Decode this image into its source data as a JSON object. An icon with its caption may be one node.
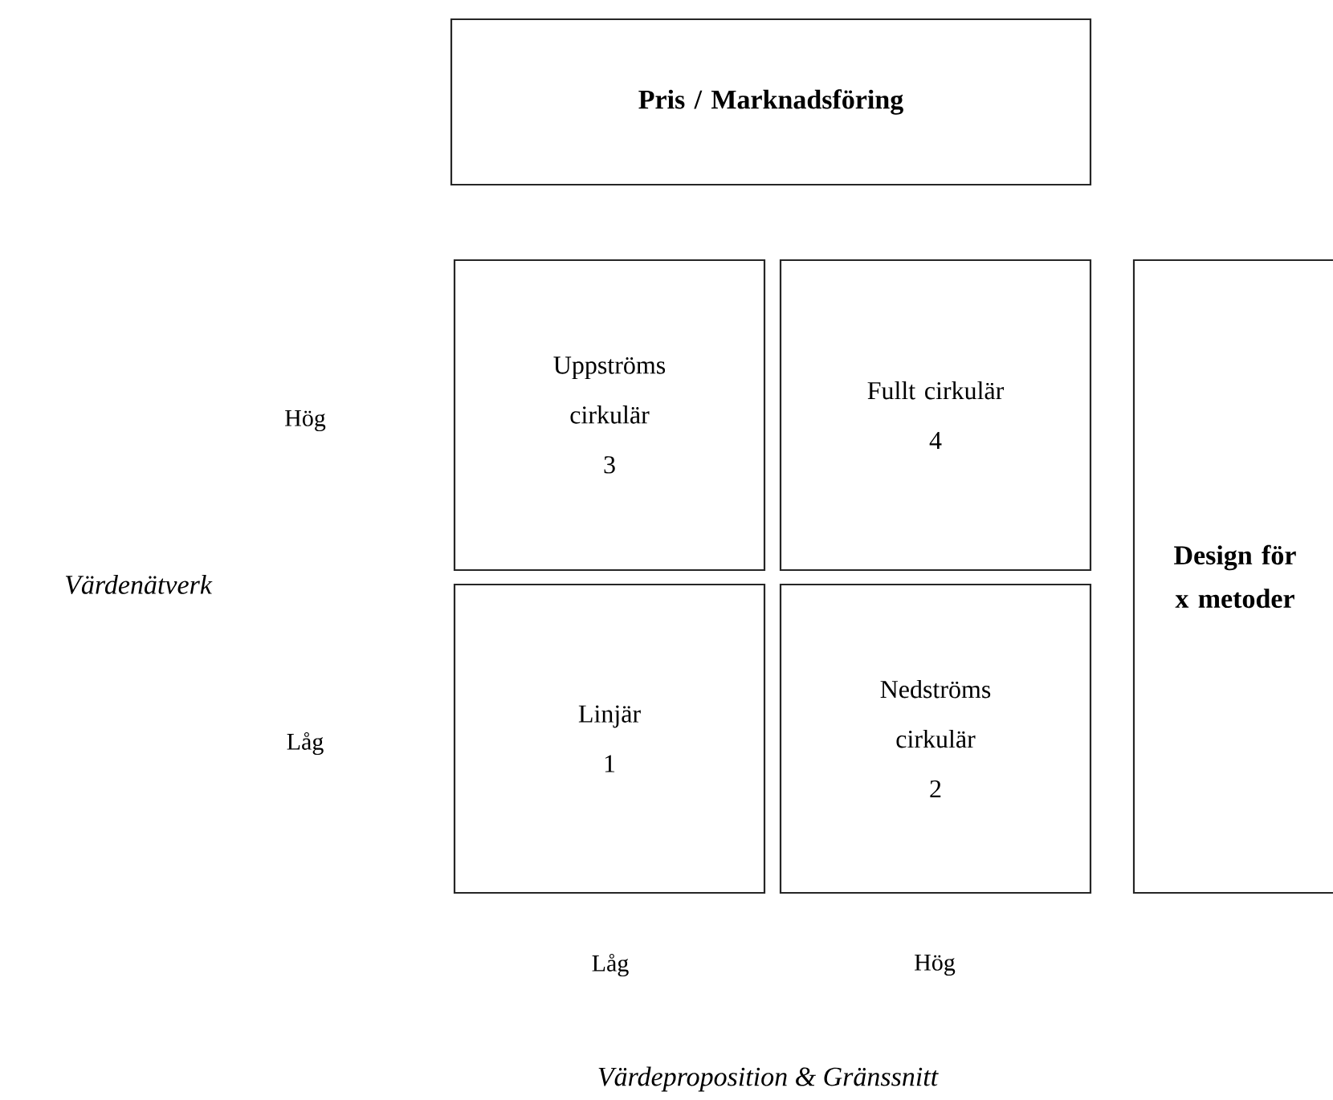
{
  "diagram": {
    "nodes": [
      {
        "text": [
          "Pris / Marknadsföring"
        ]
      },
      {
        "text": [
          "Uppströms cirkulär",
          "3"
        ]
      },
      {
        "text": [
          "Fullt cirkulär",
          "4"
        ]
      },
      {
        "text": [
          "Design för x metoder"
        ]
      },
      {
        "text": [
          "Linjär",
          "1"
        ]
      },
      {
        "text": [
          "Nedströms cirkulär",
          "2"
        ]
      }
    ],
    "labels": [
      "Hög",
      "Värdenätverk",
      "Låg",
      "Låg",
      "Hög",
      "Värdeproposition & Gränssnitt"
    ]
  }
}
